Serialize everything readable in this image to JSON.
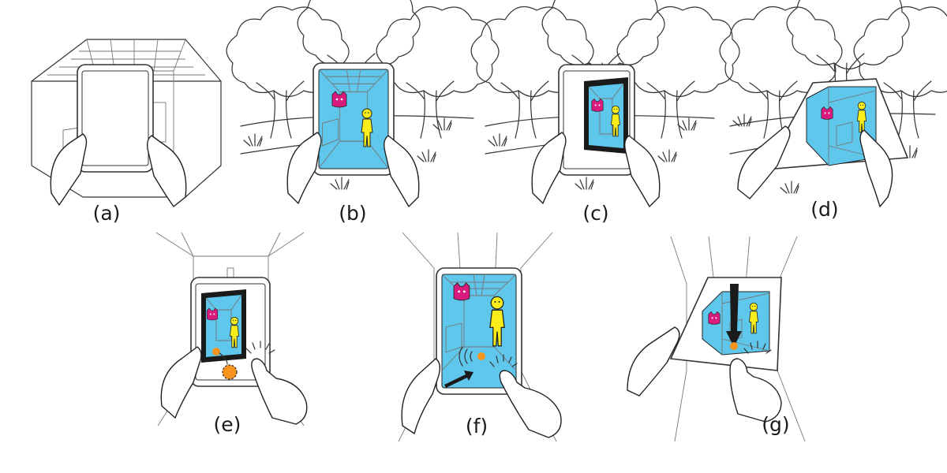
{
  "colors": {
    "screen": "#5fc6ec",
    "virtual_frame": "#1a1a1a",
    "character": "#f9ee1c",
    "ghost": "#d81b7c",
    "ball": "#f7941d",
    "line": "#333333"
  },
  "panels": [
    {
      "id": "a",
      "label": "(a)"
    },
    {
      "id": "b",
      "label": "(b)"
    },
    {
      "id": "c",
      "label": "(c)"
    },
    {
      "id": "d",
      "label": "(d)"
    },
    {
      "id": "e",
      "label": "(e)"
    },
    {
      "id": "f",
      "label": "(f)"
    },
    {
      "id": "g",
      "label": "(g)"
    }
  ]
}
